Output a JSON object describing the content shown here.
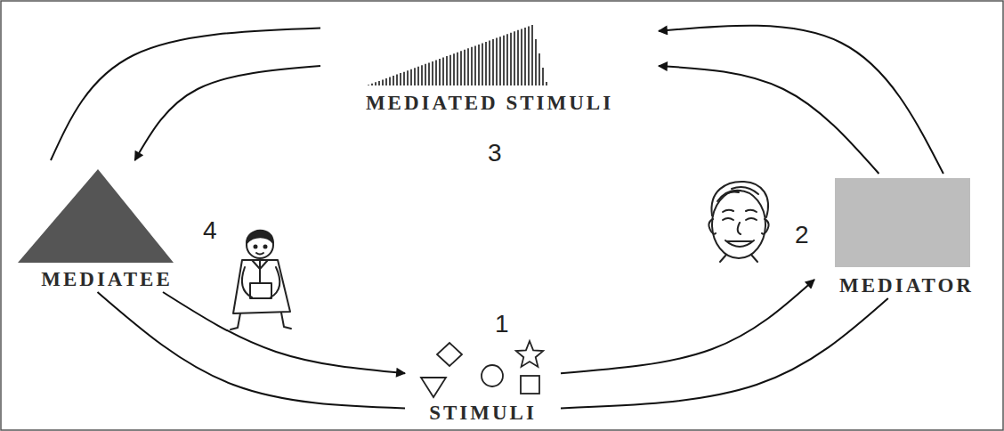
{
  "diagram": {
    "nodes": [
      {
        "text": [
          "MEDIATED STIMULI"
        ]
      },
      {
        "text": [
          "MEDIATEE"
        ]
      },
      {
        "text": [
          "MEDIATOR"
        ]
      },
      {
        "text": [
          "STIMULI"
        ]
      }
    ],
    "edges": [
      {
        "from": 1,
        "to": 3,
        "arrow": "to"
      },
      {
        "from": 1,
        "to": 3,
        "arrow": "none"
      },
      {
        "from": 3,
        "to": 2,
        "arrow": "to"
      },
      {
        "from": 3,
        "to": 2,
        "arrow": "none"
      },
      {
        "from": 2,
        "to": 0,
        "arrow": "to"
      },
      {
        "from": 2,
        "to": 0,
        "arrow": "to"
      },
      {
        "from": 0,
        "to": 1,
        "arrow": "to"
      },
      {
        "from": 0,
        "to": 1,
        "arrow": "none"
      }
    ],
    "labels": [
      "1",
      "2",
      "3",
      "4"
    ]
  }
}
